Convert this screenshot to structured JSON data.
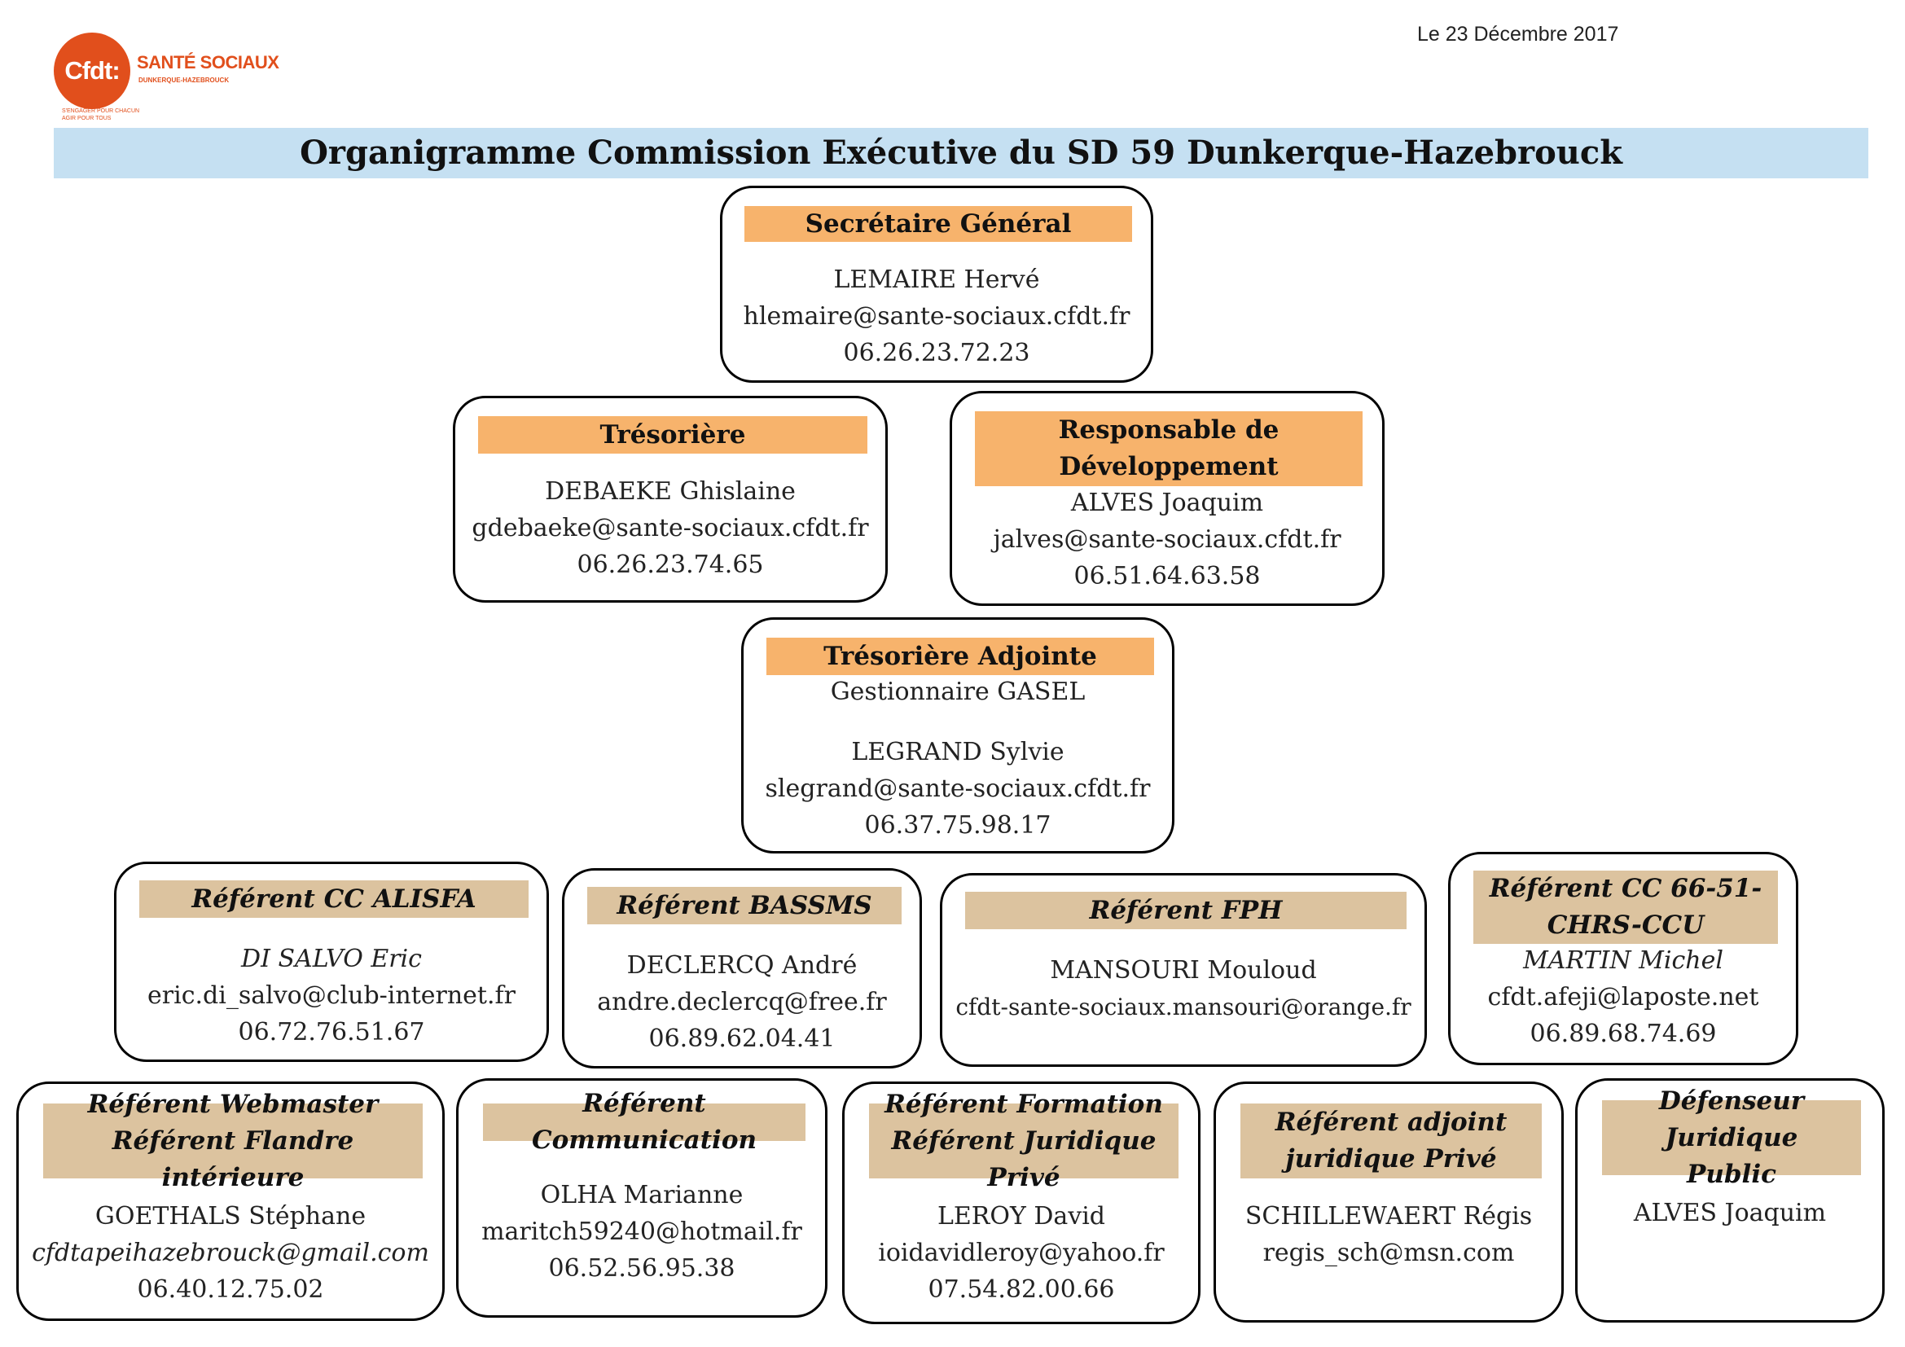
{
  "header": {
    "date": "Le 23 Décembre 2017",
    "title": "Organigramme Commission Exécutive du SD 59 Dunkerque-Hazebrouck"
  },
  "logo": {
    "mark": "Cfdt:",
    "brand": "SANTÉ SOCIAUX",
    "sub": "DUNKERQUE-HAZEBROUCK",
    "tagline_1": "S'ENGAGER POUR CHACUN",
    "tagline_2": "AGIR POUR TOUS"
  },
  "cards": [
    {
      "role": "Secrétaire Général",
      "lines": [
        "LEMAIRE Hervé",
        "hlemaire@sante-sociaux.cfdt.fr",
        "06.26.23.72.23"
      ]
    },
    {
      "role": "Trésorière",
      "lines": [
        "DEBAEKE Ghislaine",
        "gdebaeke@sante-sociaux.cfdt.fr",
        "06.26.23.74.65"
      ]
    },
    {
      "role_1": "Responsable de",
      "role_2": "Développement",
      "lines": [
        "ALVES Joaquim",
        "jalves@sante-sociaux.cfdt.fr",
        "06.51.64.63.58"
      ]
    },
    {
      "role": "Trésorière Adjointe",
      "subrole": "Gestionnaire GASEL",
      "lines": [
        "LEGRAND Sylvie",
        "slegrand@sante-sociaux.cfdt.fr",
        "06.37.75.98.17"
      ]
    },
    {
      "role": "Référent CC ALISFA",
      "lines": [
        "DI SALVO  Eric",
        "eric.di_salvo@club-internet.fr",
        "06.72.76.51.67"
      ]
    },
    {
      "role": "Référent BASSMS",
      "lines": [
        "DECLERCQ André",
        "andre.declercq@free.fr",
        "06.89.62.04.41"
      ]
    },
    {
      "role": "Référent FPH",
      "lines": [
        "MANSOURI Mouloud",
        "cfdt-sante-sociaux.mansouri@orange.fr"
      ]
    },
    {
      "role_1": "Référent CC 66-51-",
      "role_2": "CHRS-CCU",
      "lines": [
        "MARTIN Michel",
        "cfdt.afeji@laposte.net",
        "06.89.68.74.69"
      ]
    },
    {
      "role_1": "Référent Webmaster",
      "role_2": "Référent Flandre intérieure",
      "lines": [
        "GOETHALS Stéphane",
        "cfdtapeihazebrouck@gmail.com",
        "06.40.12.75.02"
      ]
    },
    {
      "role": "Référent Communication",
      "lines": [
        "OLHA Marianne",
        "maritch59240@hotmail.fr",
        "06.52.56.95.38"
      ]
    },
    {
      "role_1": "Référent Formation",
      "role_2": "Référent Juridique Privé",
      "lines": [
        "LEROY David",
        "ioidavidleroy@yahoo.fr",
        "07.54.82.00.66"
      ]
    },
    {
      "role_1": "Référent adjoint",
      "role_2": "juridique Privé",
      "lines": [
        "SCHILLEWAERT Régis",
        "regis_sch@msn.com"
      ]
    },
    {
      "role_1": "Défenseur Juridique",
      "role_2": "Public",
      "lines": [
        "ALVES Joaquim"
      ]
    }
  ]
}
